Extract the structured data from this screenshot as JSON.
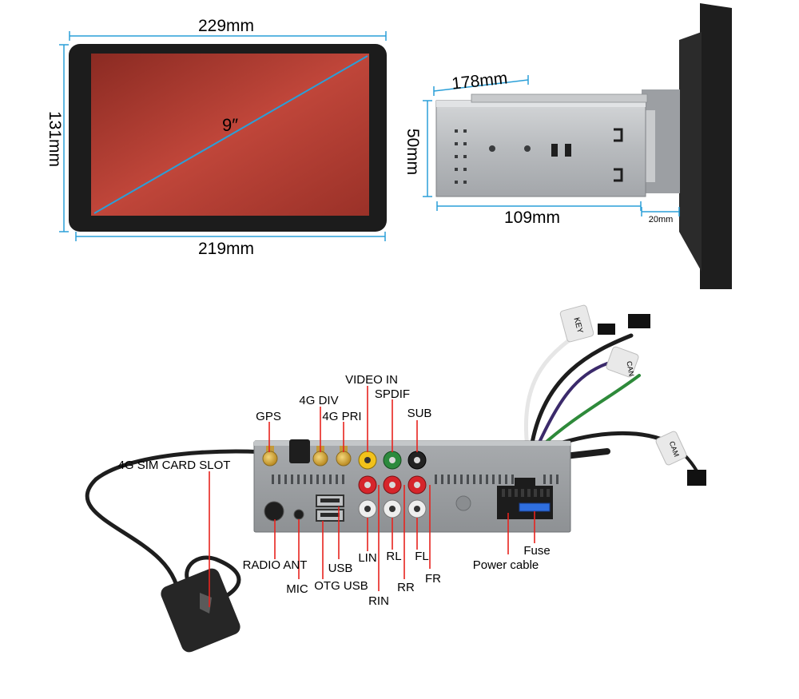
{
  "dimensions": {
    "front_width": "229mm",
    "front_height": "131mm",
    "screen_diagonal": "9″",
    "bottom_width": "219mm",
    "depth_top": "178mm",
    "side_height": "50mm",
    "chassis_depth": "109mm",
    "panel_depth": "20mm"
  },
  "ports": {
    "gps": "GPS",
    "div_4g": "4G DIV",
    "pri_4g": "4G PRI",
    "video_in": "VIDEO IN",
    "spdif": "SPDIF",
    "sub": "SUB",
    "sim_slot": "4G SIM CARD SLOT",
    "radio_ant": "RADIO ANT",
    "mic": "MIC",
    "otg_usb": "OTG USB",
    "usb": "USB",
    "lin": "LIN",
    "rin": "RIN",
    "rl": "RL",
    "rr": "RR",
    "fl": "FL",
    "fr": "FR",
    "fuse": "Fuse",
    "power_cable": "Power cable"
  },
  "cable_tags": {
    "key": "KEY",
    "can": "CAN",
    "cam": "CAM"
  },
  "colors": {
    "dimension_line": "#2a9fd8",
    "callout_line": "#e8231e",
    "screen": "#b33a2e",
    "bezel": "#1c1c1c",
    "chassis": "#b9bcbf",
    "rca_yellow": "#f2c21b",
    "rca_green": "#2c8a3d",
    "rca_red": "#d6252b",
    "rca_white": "#eeeeee",
    "rca_black": "#222222",
    "fuse": "#2f6fe0"
  }
}
